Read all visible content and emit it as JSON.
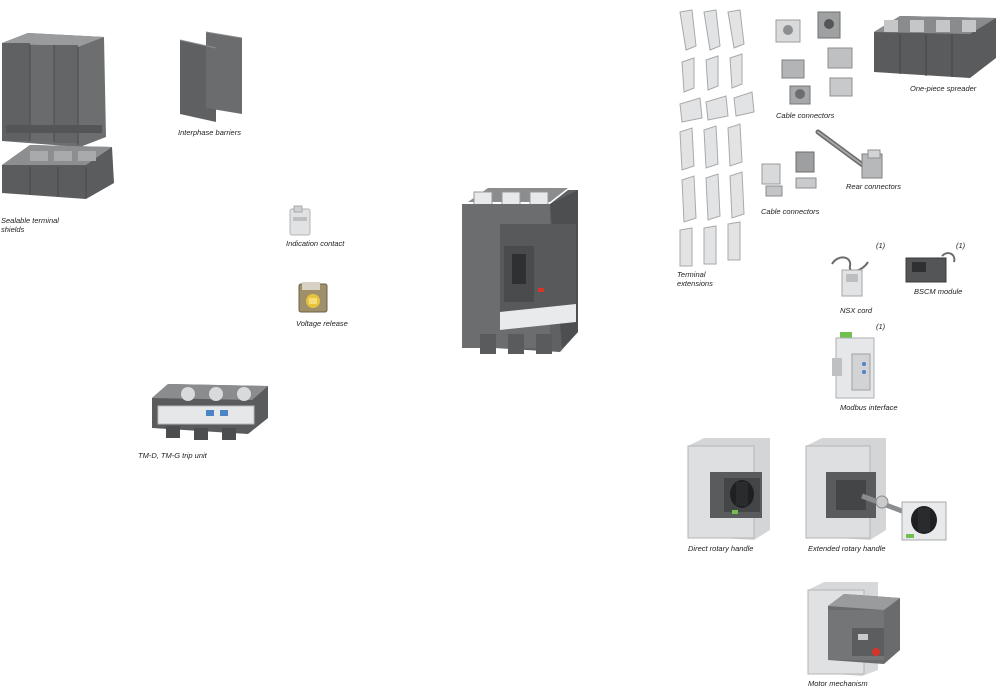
{
  "labels": {
    "sealable_terminal_shields": "Sealable terminal shields",
    "interphase_barriers": "Interphase barriers",
    "indication_contact": "Indication contact",
    "voltage_release": "Voltage release",
    "trip_unit": "TM-D, TM-G trip unit",
    "cable_connectors_top": "Cable connectors",
    "one_piece_spreader": "One-piece spreader",
    "rear_connectors": "Rear connectors",
    "cable_connectors_bottom": "Cable connectors",
    "terminal_extensions": "Terminal extensions",
    "nsx_cord": "NSX cord",
    "bscm_module": "BSCM module",
    "modbus_interface": "Modbus interface",
    "direct_rotary_handle": "Direct rotary handle",
    "extended_rotary_handle": "Extended rotary handle",
    "motor_mechanism": "Motor mechanism"
  },
  "notes": {
    "nsx_cord": "(1)",
    "bscm_module": "(1)",
    "modbus_interface": "(1)"
  },
  "colors": {
    "dark_grey": "#5e5f61",
    "mid_grey": "#8a8b8d",
    "light_grey": "#c9cacc",
    "panel": "#e4e4e6",
    "accent_yellow": "#e8c23a",
    "accent_green": "#6fc04f",
    "accent_red": "#d8352a"
  }
}
